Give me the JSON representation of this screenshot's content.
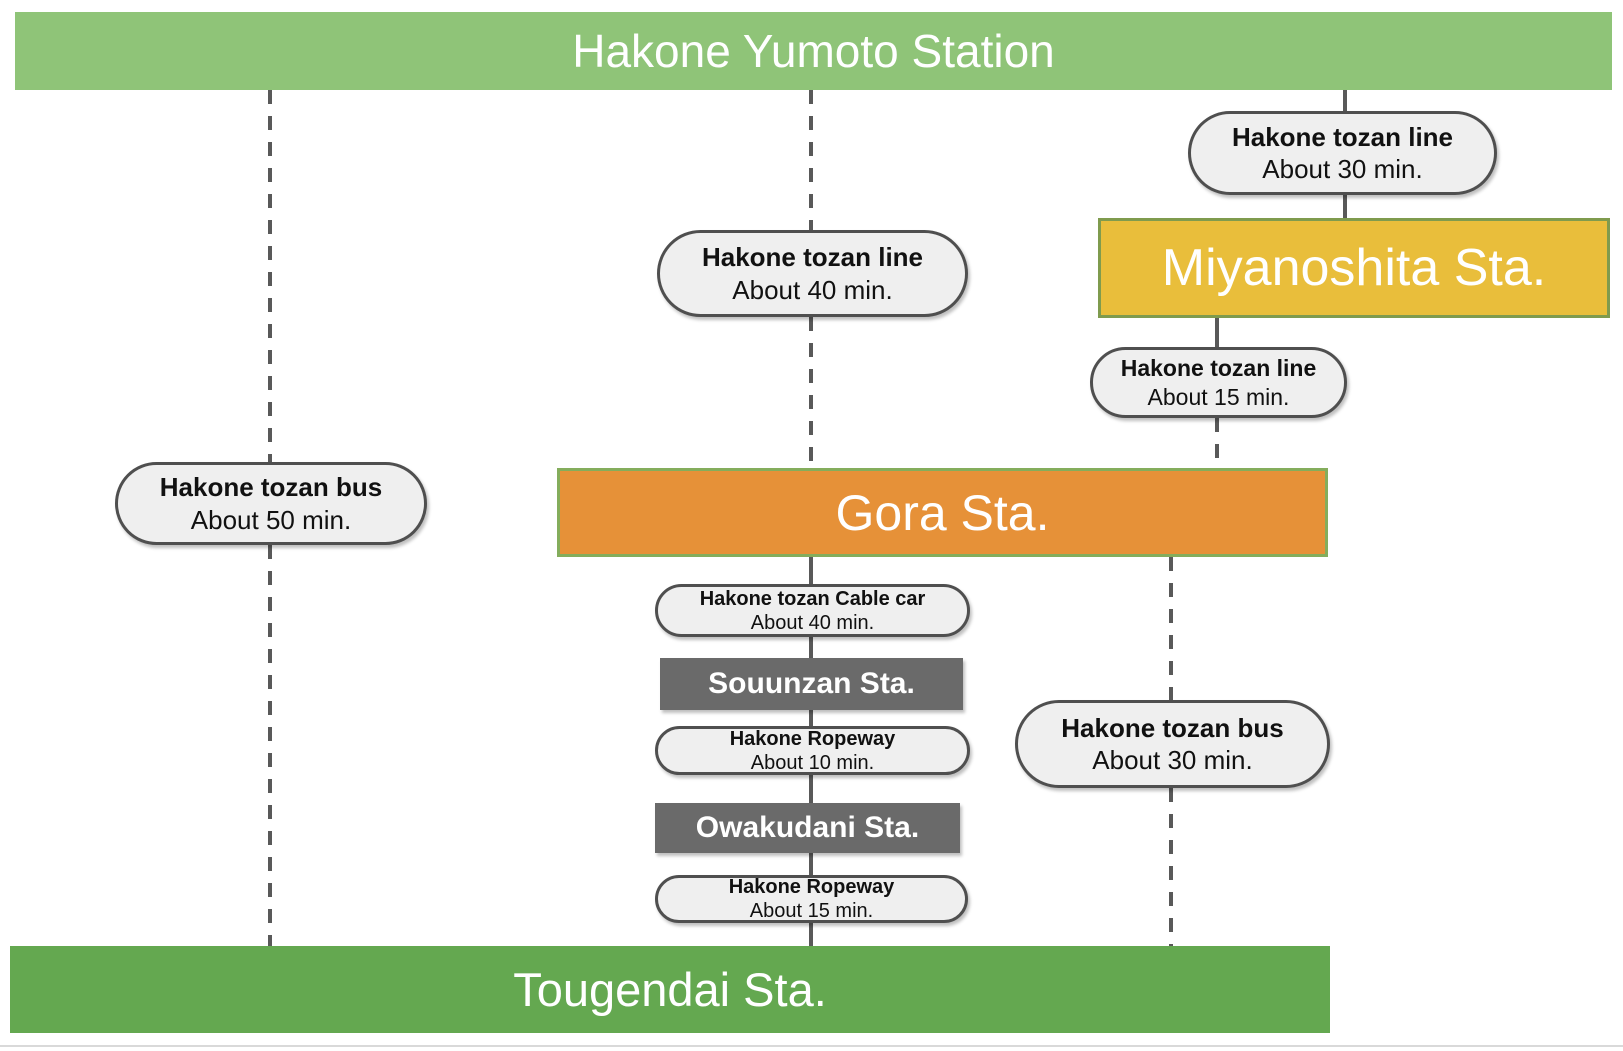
{
  "stations": {
    "yumoto": {
      "label": "Hakone Yumoto Station",
      "color": "#8fc478"
    },
    "miyanoshita": {
      "label": "Miyanoshita Sta.",
      "color": "#e9be3b"
    },
    "gora": {
      "label": "Gora Sta.",
      "color": "#e69138"
    },
    "souunzan": {
      "label": "Souunzan Sta.",
      "color": "#6a6a6a"
    },
    "owakudani": {
      "label": "Owakudani Sta.",
      "color": "#6a6a6a"
    },
    "tougendai": {
      "label": "Tougendai Sta.",
      "color": "#64a850"
    }
  },
  "routes": {
    "yumoto_miyanoshita": {
      "mode": "Hakone tozan line",
      "duration": "About 30 min."
    },
    "yumoto_gora": {
      "mode": "Hakone tozan line",
      "duration": "About 40 min."
    },
    "miyanoshita_gora": {
      "mode": "Hakone tozan line",
      "duration": "About 15 min."
    },
    "yumoto_tougendai_bus": {
      "mode": "Hakone tozan bus",
      "duration": "About 50 min."
    },
    "gora_souunzan": {
      "mode": "Hakone tozan Cable car",
      "duration": "About 40 min."
    },
    "souunzan_owakudani": {
      "mode": "Hakone Ropeway",
      "duration": "About 10 min."
    },
    "owakudani_tougendai": {
      "mode": "Hakone Ropeway",
      "duration": "About 15 min."
    },
    "gora_tougendai_bus": {
      "mode": "Hakone tozan bus",
      "duration": "About 30 min."
    }
  },
  "colors": {
    "light_green_bar": "#8fc478",
    "dark_green_bar": "#64a850",
    "yellow_bar": "#e9be3b",
    "orange_bar": "#e69138",
    "dark_gray_bar": "#6a6a6a",
    "pill_fill": "#efefef",
    "pill_border": "#4f4f4f",
    "connector": "#595959"
  }
}
